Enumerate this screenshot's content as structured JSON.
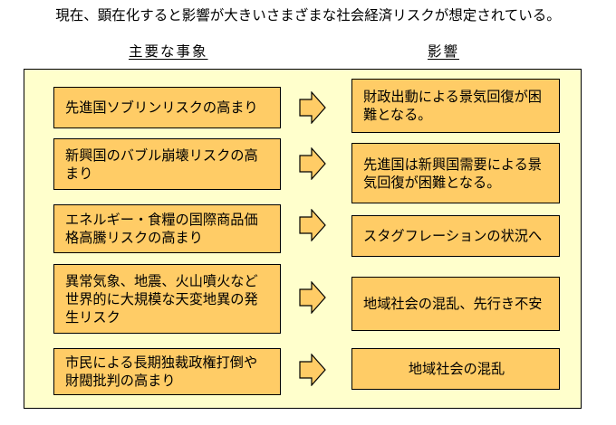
{
  "title": "現在、顕在化すると影響が大きいさまざまな社会経済リスクが想定されている。",
  "headers": {
    "cause": "主要な事象",
    "effect": "影響"
  },
  "colors": {
    "panel": "#ffffcc",
    "box": "#ffcc66",
    "border": "#000000"
  },
  "rows": [
    {
      "cause": "先進国ソブリンリスクの高まり",
      "effect": "財政出動による景気回復が困難となる。"
    },
    {
      "cause": "新興国のバブル崩壊リスクの高まり",
      "effect": "先進国は新興国需要による景気回復が困難となる。"
    },
    {
      "cause": "エネルギー・食糧の国際商品価格高騰リスクの高まり",
      "effect": "スタグフレーションの状況へ"
    },
    {
      "cause": "異常気象、地震、火山噴火など世界的に大規模な天変地異の発生リスク",
      "effect": "地域社会の混乱、先行き不安"
    },
    {
      "cause": "市民による長期独裁政権打倒や財閥批判の高まり",
      "effect": "地域社会の混乱"
    }
  ]
}
